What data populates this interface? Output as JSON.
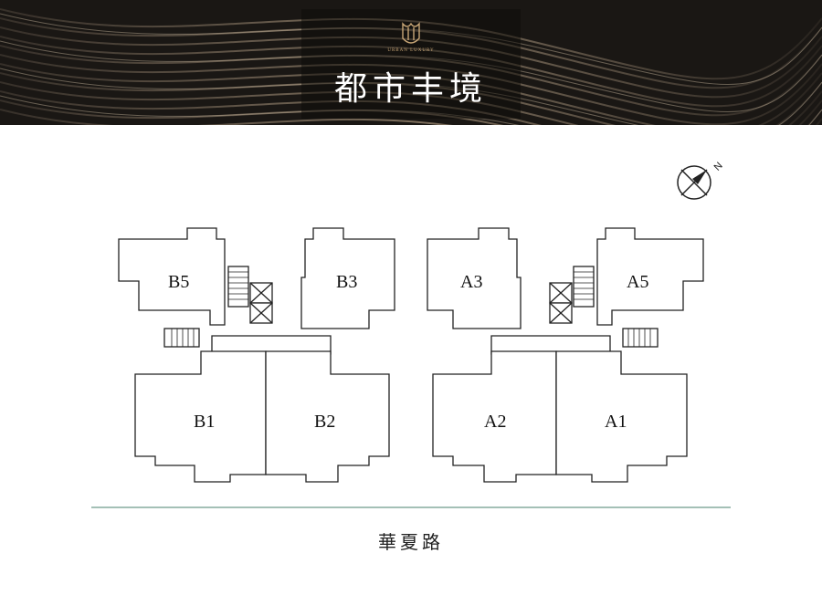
{
  "brand": {
    "subtitle": "URBAN LUXURY",
    "title": "都市丰境"
  },
  "compass": {
    "north": "N"
  },
  "units": {
    "b5": "B5",
    "b3": "B3",
    "b1": "B1",
    "b2": "B2",
    "a3": "A3",
    "a5": "A5",
    "a2": "A2",
    "a1": "A1"
  },
  "road": {
    "name": "華夏路"
  },
  "colors": {
    "banner": "#1a1714",
    "gold": "#c9a777",
    "wall": "#222222",
    "road_line": "#6e9a8a"
  }
}
